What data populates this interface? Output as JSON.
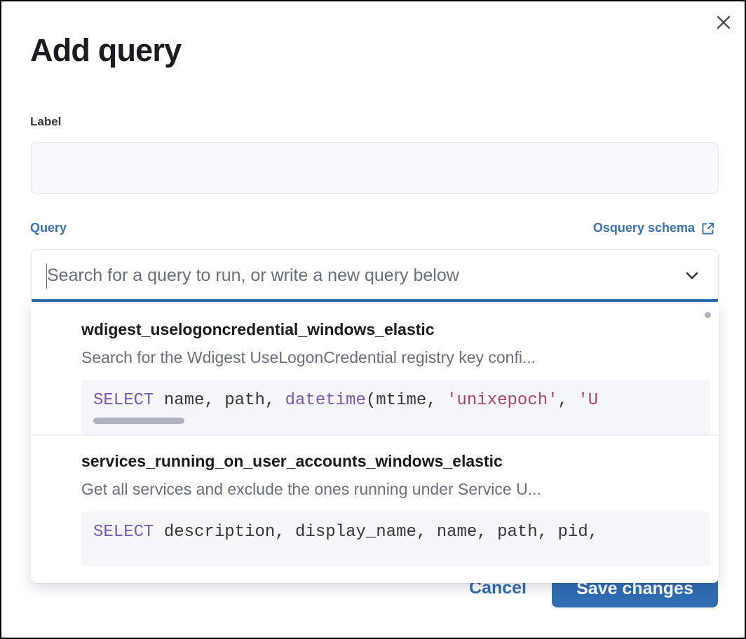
{
  "modal": {
    "title": "Add query",
    "close_icon": "close-icon"
  },
  "label_field": {
    "label": "Label",
    "value": "",
    "placeholder": ""
  },
  "query_field": {
    "label": "Query",
    "schema_link_text": "Osquery schema",
    "schema_link_icon": "external-link-icon",
    "combobox_value": "",
    "combobox_placeholder": "Search for a query to run, or write a new query below",
    "chevron_icon": "chevron-down-icon"
  },
  "dropdown": {
    "visible": true,
    "options": [
      {
        "title": "wdigest_uselogoncredential_windows_elastic",
        "description": "Search for the Wdigest UseLogonCredential registry key confi...",
        "code_tokens": [
          {
            "text": "SELECT",
            "type": "keyword"
          },
          {
            "text": " name, path, ",
            "type": "plain"
          },
          {
            "text": "datetime",
            "type": "function"
          },
          {
            "text": "(mtime, ",
            "type": "plain"
          },
          {
            "text": "'unixepoch'",
            "type": "string"
          },
          {
            "text": ", ",
            "type": "plain"
          },
          {
            "text": "'U",
            "type": "string"
          }
        ],
        "has_scrollbar": true
      },
      {
        "title": "services_running_on_user_accounts_windows_elastic",
        "description": "Get all services and exclude the ones running under Service U...",
        "code_tokens": [
          {
            "text": "SELECT",
            "type": "keyword"
          },
          {
            "text": " description, display_name, name, path, pid,",
            "type": "plain"
          }
        ],
        "has_scrollbar": false
      }
    ]
  },
  "footer": {
    "cancel_label": "Cancel",
    "save_label": "Save changes"
  },
  "colors": {
    "accent_blue": "#2f6cb3",
    "link_blue": "#3873b5",
    "code_bg": "#f4f6fa",
    "keyword_purple": "#7b5ab5",
    "string_red": "#b0456b",
    "input_bg": "#f8f9fd"
  }
}
